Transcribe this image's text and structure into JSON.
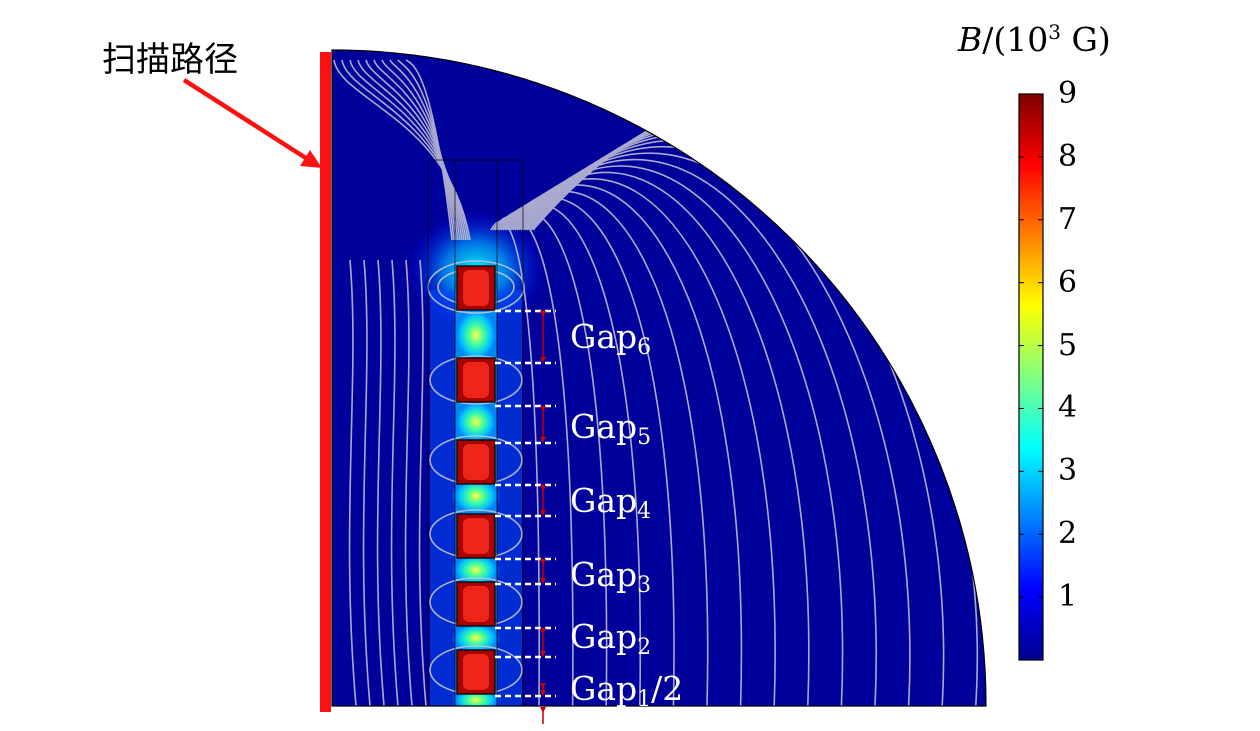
{
  "scan_path_label": "扫描路径",
  "colorbar": {
    "symbol": "B",
    "unit_prefix": "/(10",
    "exponent": "3",
    "unit_suffix": " G)",
    "min": 0,
    "max": 9,
    "ticks": [
      {
        "value": 1,
        "label": "1"
      },
      {
        "value": 2,
        "label": "2"
      },
      {
        "value": 3,
        "label": "3"
      },
      {
        "value": 4,
        "label": "4"
      },
      {
        "value": 5,
        "label": "5"
      },
      {
        "value": 6,
        "label": "6"
      },
      {
        "value": 7,
        "label": "7"
      },
      {
        "value": 8,
        "label": "8"
      },
      {
        "value": 9,
        "label": "9"
      }
    ],
    "colormap": [
      "#00008f",
      "#0000ff",
      "#0080ff",
      "#00ffff",
      "#80ff80",
      "#ffff00",
      "#ff8000",
      "#ff0000",
      "#800000"
    ]
  },
  "gaps": [
    {
      "base": "Gap",
      "sub": "6",
      "suffix": ""
    },
    {
      "base": "Gap",
      "sub": "5",
      "suffix": ""
    },
    {
      "base": "Gap",
      "sub": "4",
      "suffix": ""
    },
    {
      "base": "Gap",
      "sub": "3",
      "suffix": ""
    },
    {
      "base": "Gap",
      "sub": "2",
      "suffix": ""
    },
    {
      "base": "Gap",
      "sub": "1",
      "suffix": "/2"
    }
  ],
  "colors": {
    "field_background": "#00009a",
    "scan_line": "#ff1010",
    "field_lines": "#c8c8d8",
    "magnet_core": "#a80000",
    "dimension_arrow": "#c00000"
  }
}
